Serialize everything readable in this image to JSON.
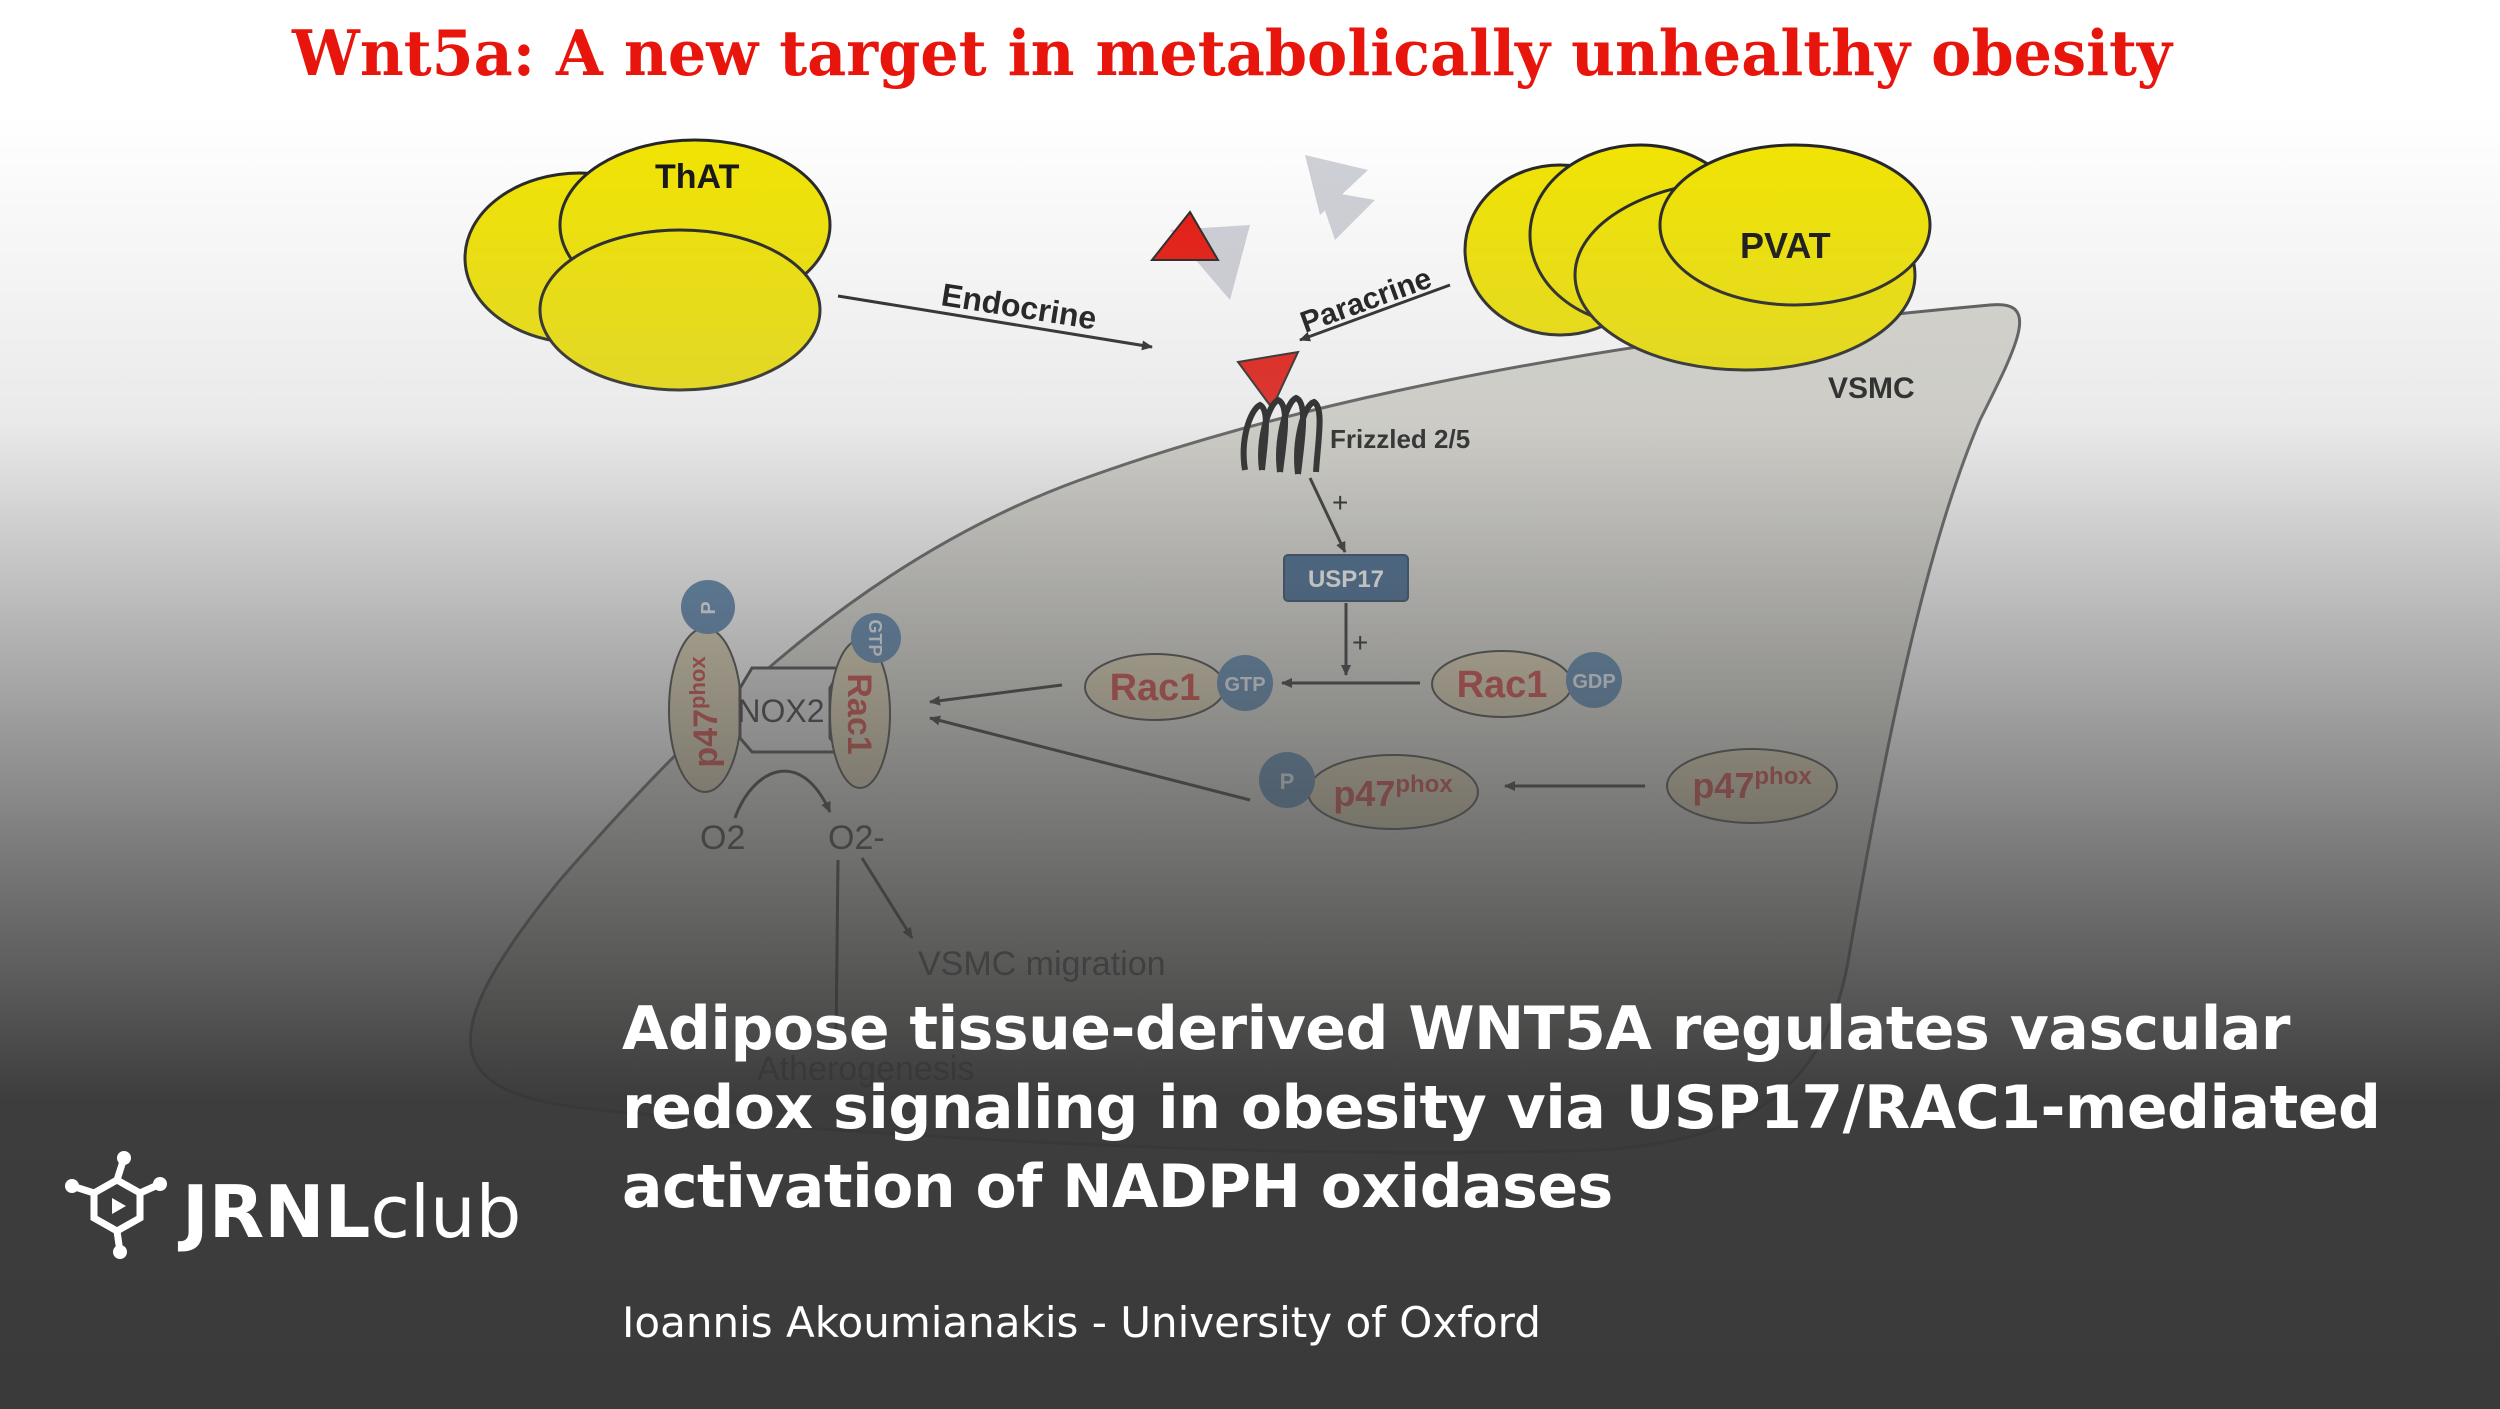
{
  "slide": {
    "title": "Wnt5a: A new target in metabolically unhealthy obesity",
    "headline_line1": "Adipose tissue-derived WNT5A regulates vascular",
    "headline_line2": "redox signaling in obesity via USP17/RAC1-mediated",
    "headline_line3": "activation of NADPH oxidases",
    "byline": "Ioannis Akoumianakis - University of Oxford"
  },
  "logo": {
    "bold": "JRNL",
    "light": "club"
  },
  "diagram": {
    "that": "ThAT",
    "pvat": "PVAT",
    "vsmc": "VSMC",
    "endocrine": "Endocrine",
    "paracrine": "Paracrine",
    "frizzled": "Frizzled 2/5",
    "plus1": "+",
    "plus2": "+",
    "usp17": "USP17",
    "rac1_gtp": "Rac1",
    "gtp_badge": "GTP",
    "rac1_gdp": "Rac1",
    "gdp_badge": "GDP",
    "p_badge": "P",
    "p47_base": "p47",
    "p47_sup": "phox",
    "nox2": "NOX2",
    "complex_rac1": "Rac1",
    "complex_gtp": "GTP",
    "complex_p": "P",
    "o2": "O2",
    "o2_super": "O2-",
    "migration": "VSMC migration",
    "atherogenesis": "Atherogenesis"
  },
  "colors": {
    "title_red": "#e8150c",
    "fat_yellow": "#f2e500",
    "cell_fill": "#d8d7d0",
    "usp17_blue": "#2f5a85",
    "badge_blue": "#4a7aa8",
    "oval_fill": "#d8ccaa",
    "protein_red": "#c8302a"
  }
}
